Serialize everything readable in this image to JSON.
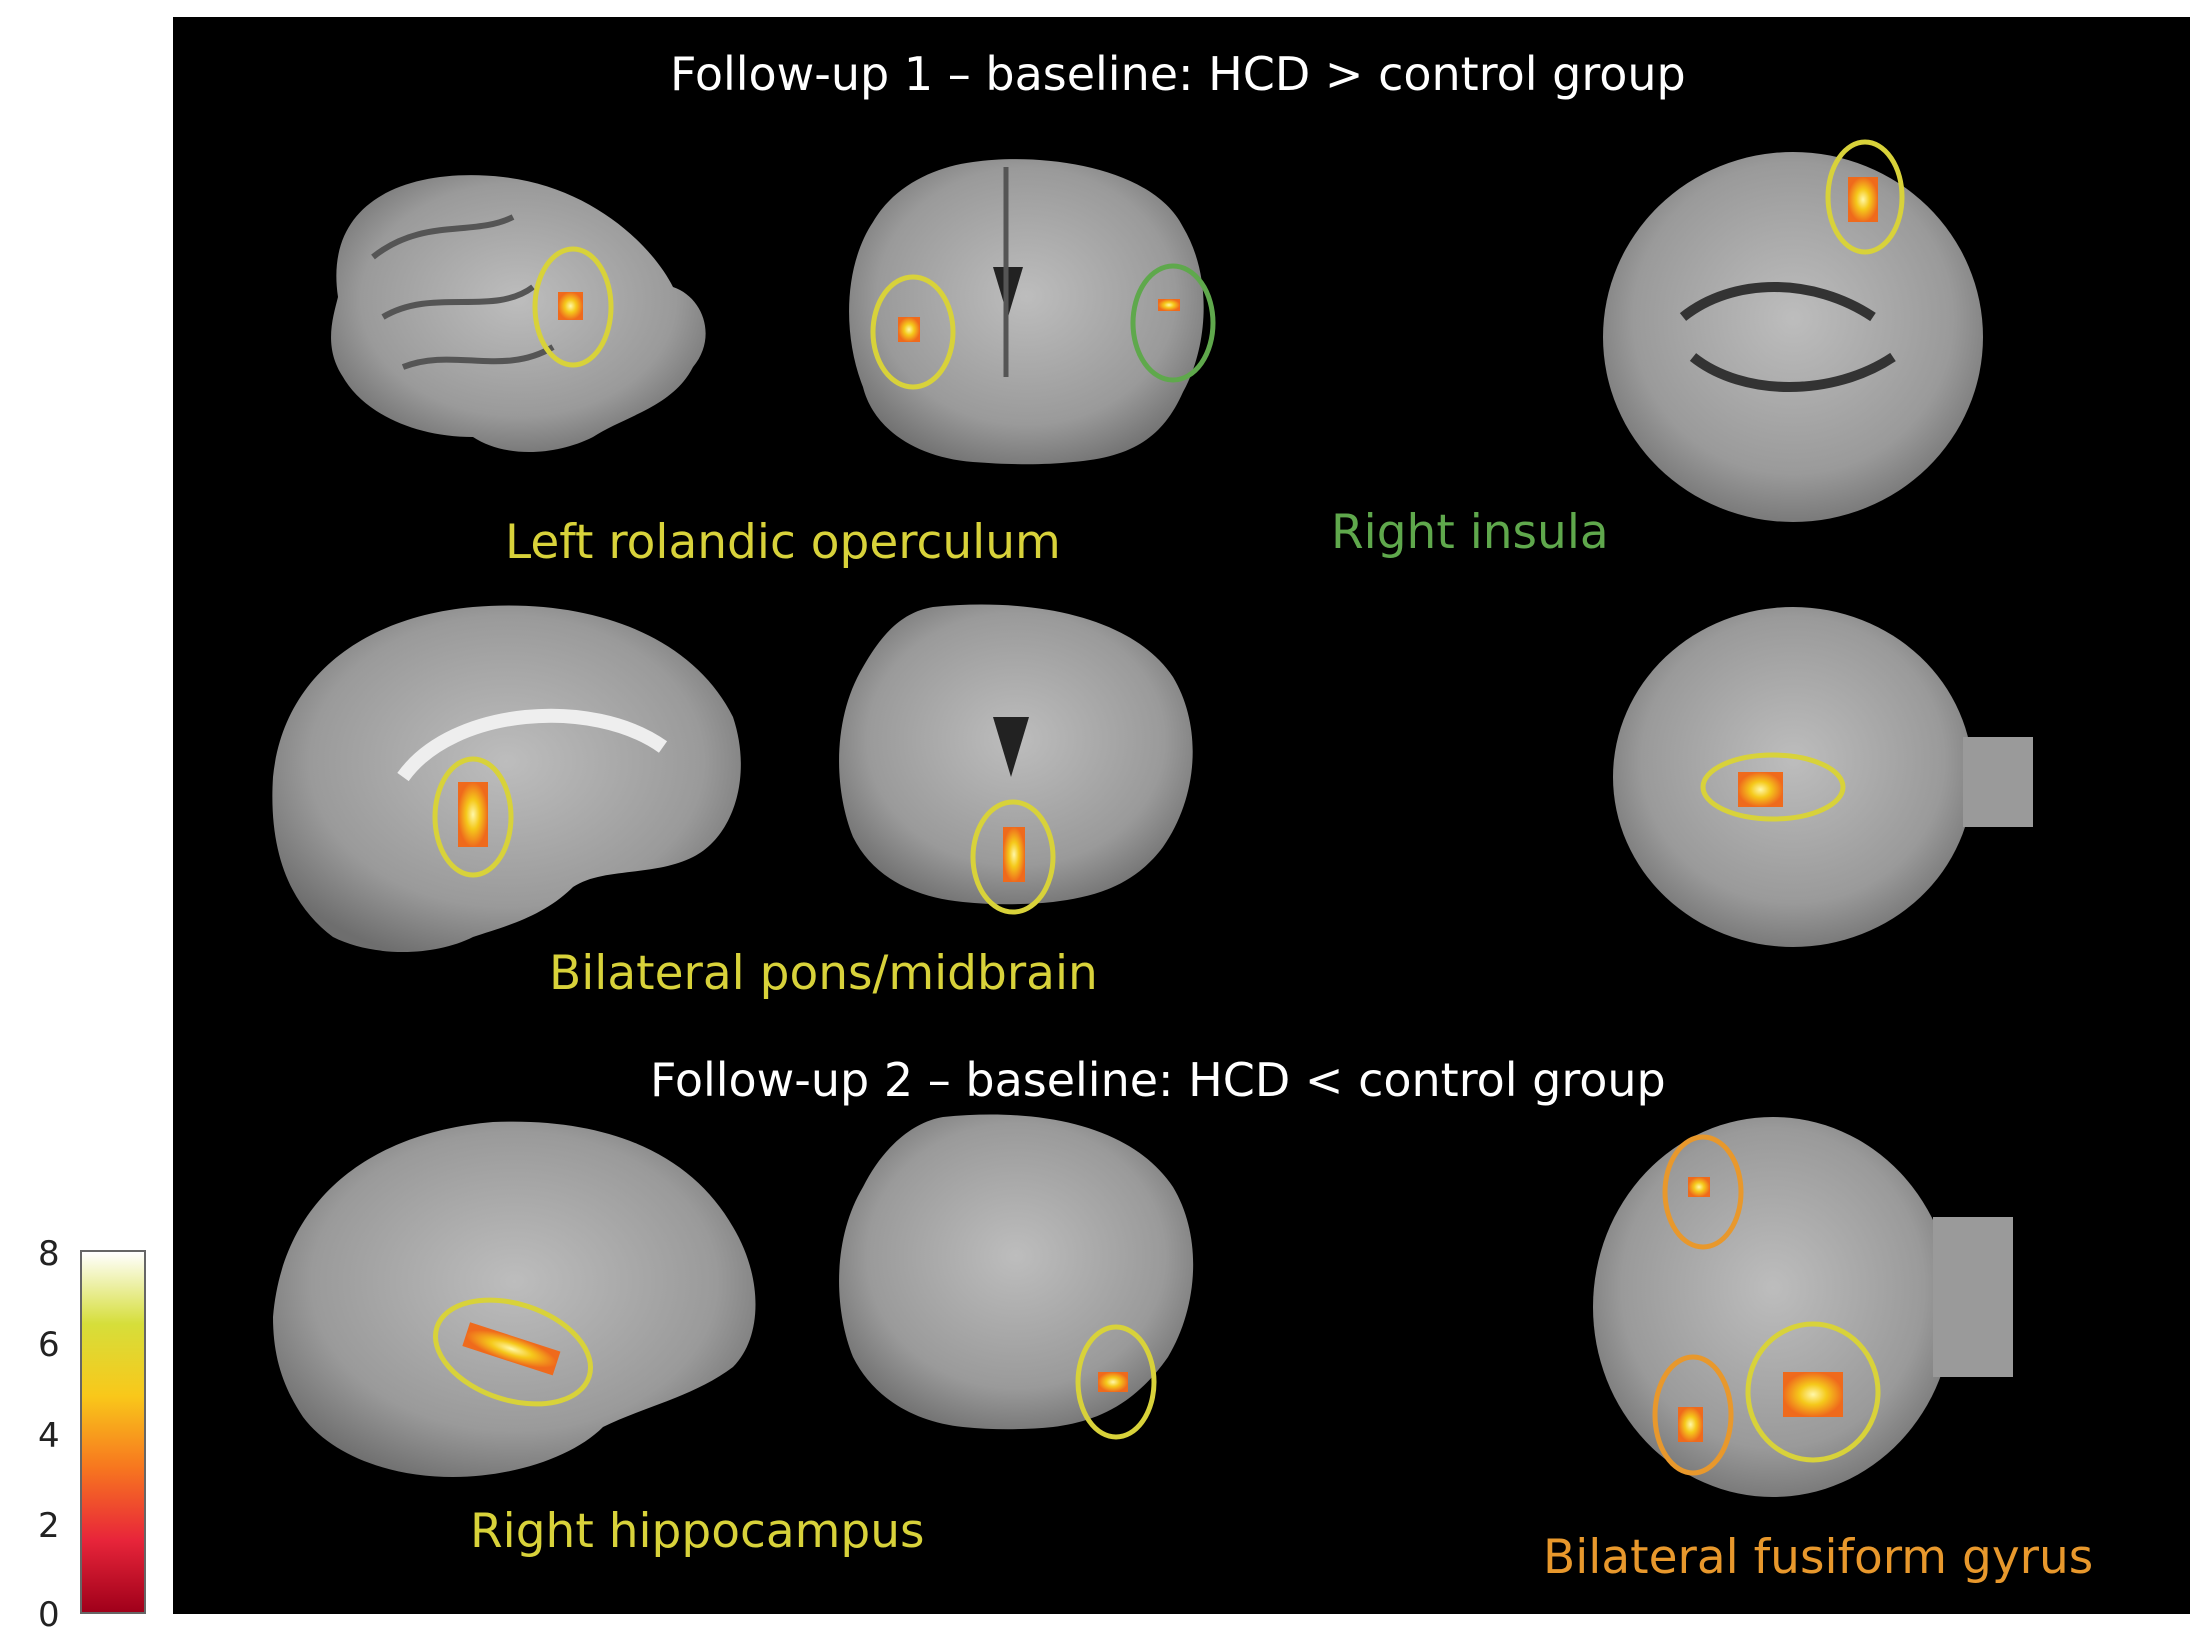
{
  "figure": {
    "header1": "Follow-up 1 – baseline: HCD > control group",
    "header2": "Follow-up 2 – baseline: HCD < control group",
    "labels": {
      "left_rolandic": "Left rolandic operculum",
      "right_insula": "Right insula",
      "pons_midbrain": "Bilateral pons/midbrain",
      "right_hippocampus": "Right hippocampus",
      "fusiform": "Bilateral fusiform gyrus"
    }
  },
  "colorbar": {
    "ticks": [
      "8",
      "6",
      "4",
      "2",
      "0"
    ],
    "range": [
      0,
      8
    ],
    "stops": [
      "#a0001a",
      "#e8253a",
      "#f7761f",
      "#f9c81a",
      "#d6de3a",
      "#ffffff"
    ]
  },
  "colors": {
    "yellow_label": "#d8d23a",
    "green_label": "#5fa84c",
    "orange_label": "#e8982c",
    "background": "#000000"
  }
}
